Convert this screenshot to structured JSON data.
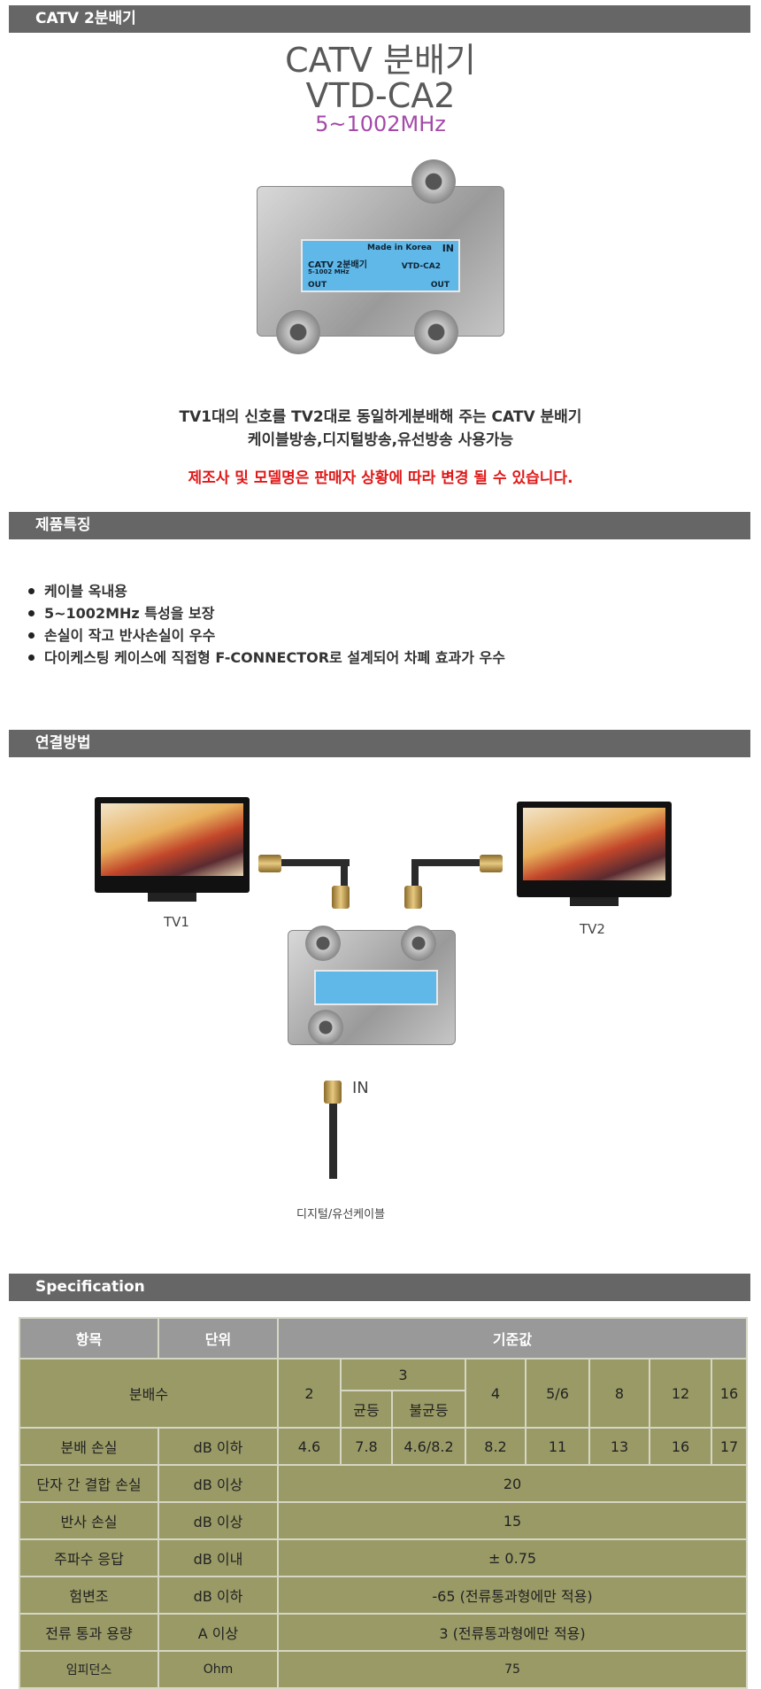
{
  "header": {
    "title": "CATV 2분배기"
  },
  "product": {
    "title": "CATV 분배기",
    "model": "VTD-CA2",
    "freq": "5~1002MHz",
    "label": {
      "name": "CATV 2분배기",
      "range": "5-1002 MHz",
      "made": "Made in Korea",
      "model": "VTD-CA2",
      "in": "IN",
      "out1": "OUT",
      "out2": "OUT"
    },
    "desc1": "TV1대의 신호를 TV2대로 동일하게분배해 주는 CATV 분배기",
    "desc2": "케이블방송,디지털방송,유선방송 사용가능",
    "notice": "제조사 및 모델명은 판매자 상황에 따라 변경 될 수 있습니다."
  },
  "features": {
    "title": "제품특징",
    "items": [
      "케이블 옥내용",
      "5~1002MHz 특성을 보장",
      "손실이 작고 반사손실이 우수",
      "다이케스팅 케이스에 직접형 F-CONNECTOR로 설계되어 차폐 효과가 우수"
    ]
  },
  "connection": {
    "title": "연결방법",
    "tv1": "TV1",
    "tv2": "TV2",
    "in": "IN",
    "cable": "디지털/유선케이블"
  },
  "spec": {
    "title": "Specification",
    "headers": [
      "항목",
      "단위",
      "기준값"
    ],
    "split_label": "분배수",
    "split": [
      "2",
      "3",
      "4",
      "5/6",
      "8",
      "12",
      "16"
    ],
    "sub3": [
      "균등",
      "불균등"
    ],
    "loss": {
      "name": "분배 손실",
      "unit": "dB 이하",
      "values": [
        "4.6",
        "7.8",
        "4.6/8.2",
        "8.2",
        "11",
        "13",
        "16",
        "17"
      ]
    },
    "rows": [
      {
        "name": "단자 간 결합 손실",
        "unit": "dB 이상",
        "value": "20"
      },
      {
        "name": "반사 손실",
        "unit": "dB 이상",
        "value": "15"
      },
      {
        "name": "주파수 응답",
        "unit": "dB 이내",
        "value": "± 0.75"
      },
      {
        "name": "험변조",
        "unit": "dB 이하",
        "value": "-65 (전류통과형에만 적용)"
      },
      {
        "name": "전류 통과 용량",
        "unit": "A 이상",
        "value": "3 (전류통과형에만 적용)"
      },
      {
        "name": "임피던스",
        "unit": "Ohm",
        "value": "75"
      }
    ]
  }
}
